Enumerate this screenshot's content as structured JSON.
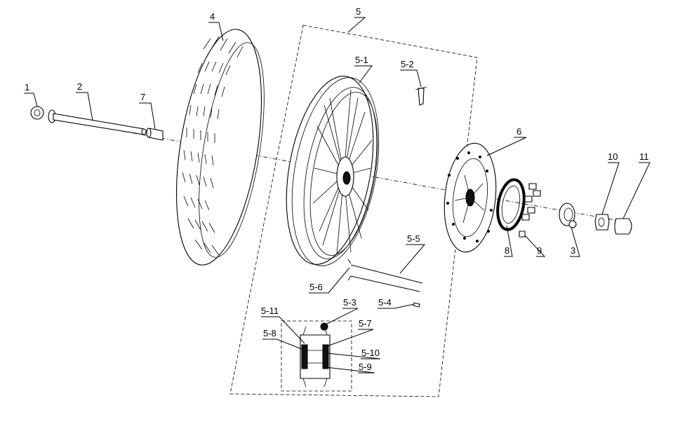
{
  "callouts": [
    {
      "id": "1",
      "text": "1"
    },
    {
      "id": "2",
      "text": "2"
    },
    {
      "id": "3",
      "text": "3"
    },
    {
      "id": "4",
      "text": "4"
    },
    {
      "id": "5",
      "text": "5"
    },
    {
      "id": "6",
      "text": "6"
    },
    {
      "id": "7",
      "text": "7"
    },
    {
      "id": "8",
      "text": "8"
    },
    {
      "id": "9",
      "text": "9"
    },
    {
      "id": "10",
      "text": "10"
    },
    {
      "id": "11",
      "text": "11"
    },
    {
      "id": "5-1",
      "text": "5-1"
    },
    {
      "id": "5-2",
      "text": "5-2"
    },
    {
      "id": "5-3",
      "text": "5-3"
    },
    {
      "id": "5-4",
      "text": "5-4"
    },
    {
      "id": "5-5",
      "text": "5-5"
    },
    {
      "id": "5-6",
      "text": "5-6"
    },
    {
      "id": "5-7",
      "text": "5-7"
    },
    {
      "id": "5-8",
      "text": "5-8"
    },
    {
      "id": "5-9",
      "text": "5-9"
    },
    {
      "id": "5-10",
      "text": "5-10"
    },
    {
      "id": "5-11",
      "text": "5-11"
    }
  ]
}
